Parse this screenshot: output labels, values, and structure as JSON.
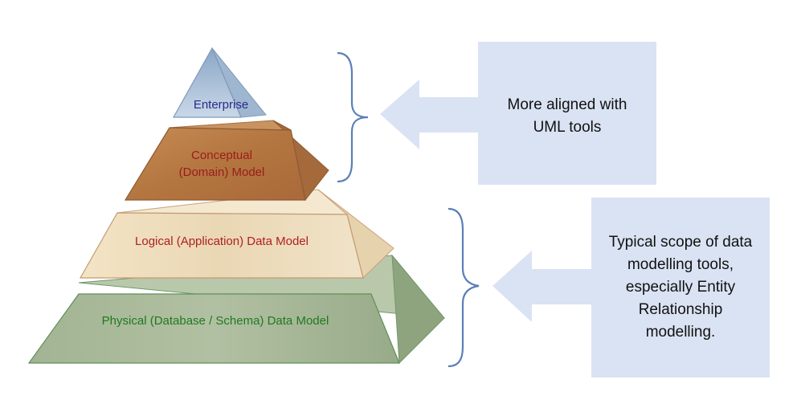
{
  "pyramid": {
    "tiers": [
      {
        "label_lines": [
          "Enterprise"
        ],
        "color": "#2a2a8a"
      },
      {
        "label_lines": [
          "Conceptual",
          "(Domain) Model"
        ],
        "color": "#9b1c1c"
      },
      {
        "label_lines": [
          "Logical (Application) Data Model"
        ],
        "color": "#b01f1f"
      },
      {
        "label_lines": [
          "Physical (Database / Schema) Data Model"
        ],
        "color": "#1f7a1f"
      }
    ]
  },
  "callouts": [
    {
      "lines": [
        "More aligned with",
        "UML tools"
      ]
    },
    {
      "lines": [
        "Typical scope of data",
        "modelling tools,",
        "especially Entity",
        "Relationship",
        "modelling."
      ]
    }
  ],
  "colors": {
    "callout_fill": "#dae3f3",
    "bracket": "#5b7fb8",
    "enterprise_fill": "#a9c1da",
    "conceptual_fill": "#b87a44",
    "logical_fill": "#efe0c4",
    "physical_fill": "#a9b99c"
  }
}
